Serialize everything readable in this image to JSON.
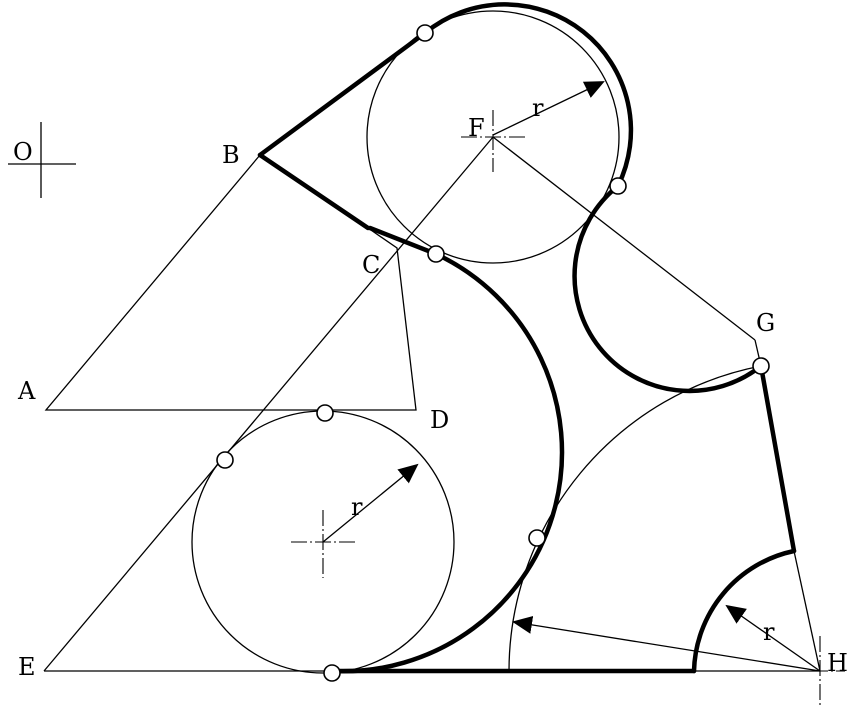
{
  "labels": {
    "O": "O",
    "B": "B",
    "C": "C",
    "A": "A",
    "D": "D",
    "E": "E",
    "F": "F",
    "G": "G",
    "H": "H",
    "r_top": "r",
    "r_bottom": "r",
    "r_corner": "r"
  },
  "colors": {
    "ink": "#000000",
    "paper": "#ffffff"
  }
}
